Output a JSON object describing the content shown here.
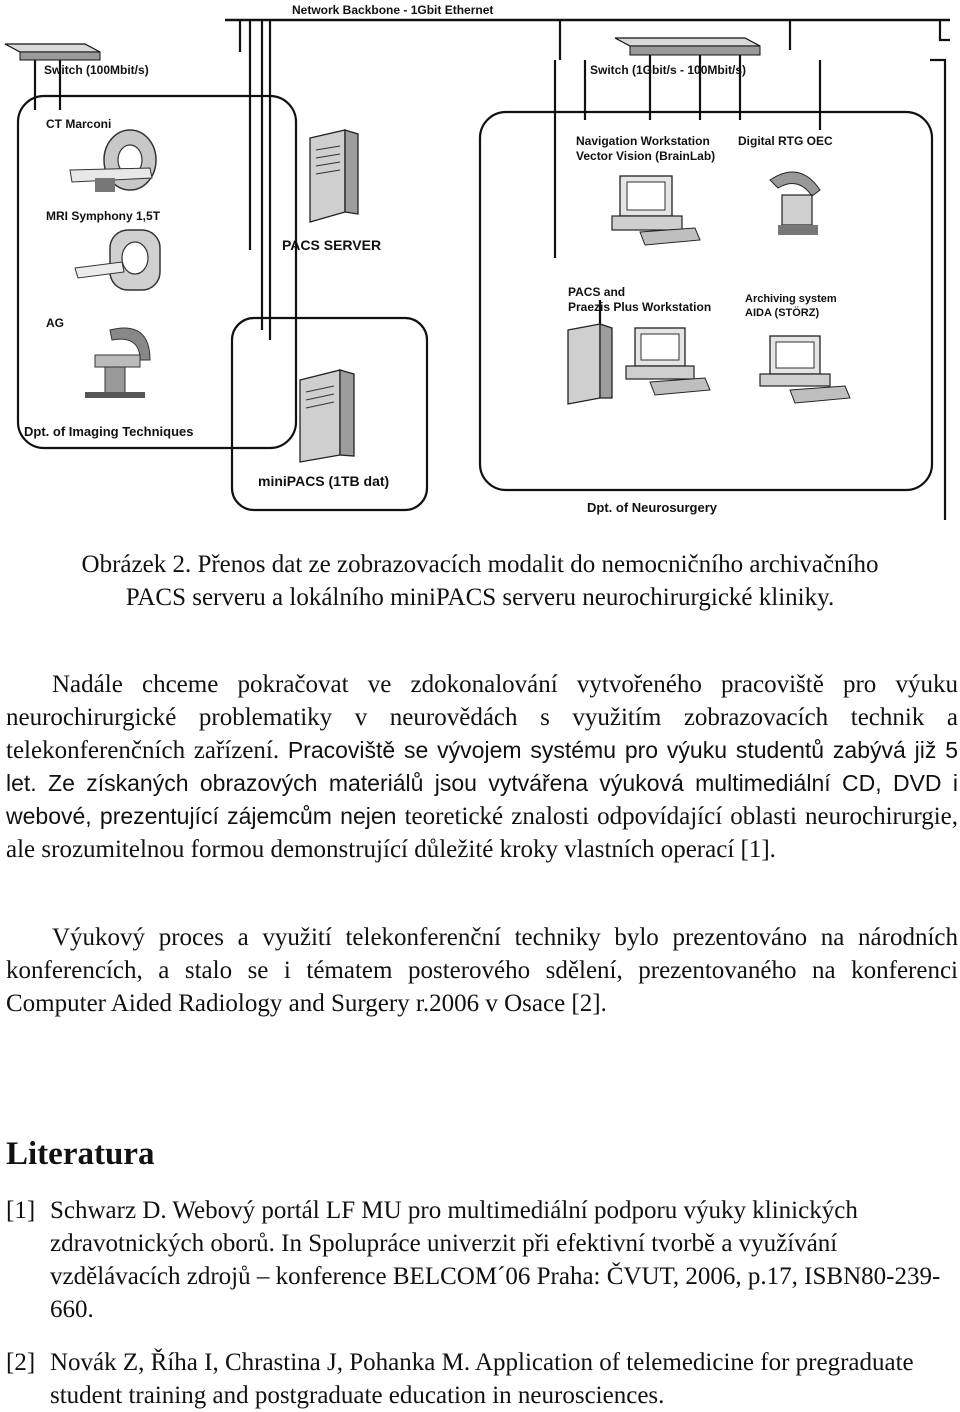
{
  "figure": {
    "backbone_label": "Network Backbone - 1Gbit Ethernet",
    "switch_left_label": "Switch (100Mbit/s)",
    "switch_right_label": "Switch (1Gbit/s - 100Mbit/s)",
    "ct_label": "CT Marconi",
    "mri_label": "MRI Symphony 1,5T",
    "ag_label": "AG",
    "pacs_server_label": "PACS SERVER",
    "imaging_dept_label": "Dpt. of Imaging Techniques",
    "minipacs_label": "miniPACS (1TB dat)",
    "nav_ws_line1": "Navigation Workstation",
    "nav_ws_line2": "Vector Vision (BrainLab)",
    "rtg_label": "Digital RTG OEC",
    "pacs_ws_line1": "PACS and",
    "pacs_ws_line2": "Praezis Plus Workstation",
    "archiving_line1": "Archiving system",
    "archiving_line2": "AIDA (STÖRZ)",
    "neurosurgery_dept_label": "Dpt. of Neurosurgery"
  },
  "caption": {
    "line1": "Obrázek 2. Přenos dat ze zobrazovacích modalit do nemocničního archivačního",
    "line2": "PACS serveru a lokálního miniPACS serveru neurochirurgické kliniky."
  },
  "paragraph1": {
    "serif_part": "Nadále chceme pokračovat ve zdokonalování vytvořeného pracoviště pro výuku neurochirurgické problematiky v neurovědách s využitím zobrazovacích technik a telekonferenčních zařízení.",
    "sans_part": "Pracoviště se vývojem systému pro výuku studentů zabývá již 5 let. Ze získaných obrazových materiálů jsou vytvářena výuková multimediální CD, DVD i webové, prezentující zájemcům nejen",
    "serif_tail": "teoretické znalosti odpovídající oblasti neurochirurgie, ale srozumitelnou formou demonstrující důležité kroky vlastních operací [1]."
  },
  "paragraph2": "Výukový proces a využití telekonferenční techniky bylo prezentováno na národních konferencích, a stalo se i tématem posterového sdělení, prezentovaného na konferenci Computer Aided Radiology and Surgery r.2006 v Osace [2].",
  "heading": "Literatura",
  "references": [
    {
      "num": "[1]",
      "text": "Schwarz D.  Webový portál LF MU pro multimediální podporu výuky klinických zdravotnických oborů. In Spolupráce univerzit při efektivní tvorbě a využívání vzdělávacích zdrojů – konference BELCOM´06 Praha: ČVUT, 2006, p.17, ISBN80-239-660."
    },
    {
      "num": "[2]",
      "text": "Novák Z, Říha I, Chrastina J, Pohanka M.  Application of telemedicine for pregraduate student training and postgraduate education in neurosciences."
    }
  ]
}
